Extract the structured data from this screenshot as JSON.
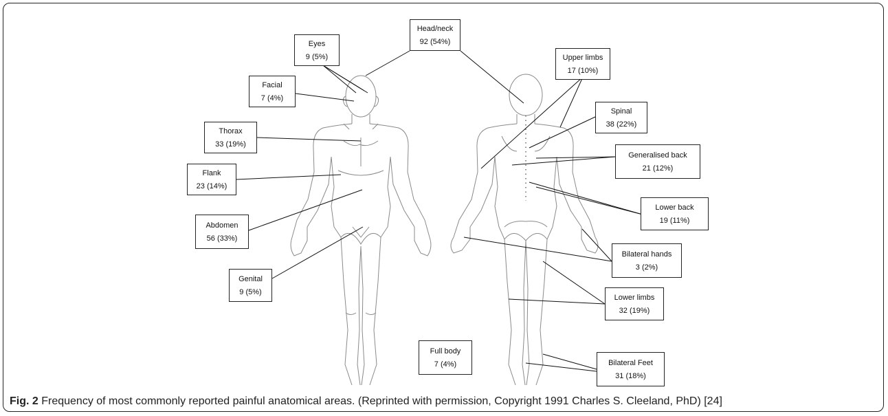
{
  "labels": [
    {
      "id": "head-neck",
      "name": "Head/neck",
      "value": "92 (54%)"
    },
    {
      "id": "eyes",
      "name": "Eyes",
      "value": "9 (5%)"
    },
    {
      "id": "facial",
      "name": "Facial",
      "value": "7 (4%)"
    },
    {
      "id": "thorax",
      "name": "Thorax",
      "value": "33 (19%)"
    },
    {
      "id": "flank",
      "name": "Flank",
      "value": "23 (14%)"
    },
    {
      "id": "abdomen",
      "name": "Abdomen",
      "value": "56 (33%)"
    },
    {
      "id": "genital",
      "name": "Genital",
      "value": "9 (5%)"
    },
    {
      "id": "full-body",
      "name": "Full body",
      "value": "7 (4%)"
    },
    {
      "id": "upper-limbs",
      "name": "Upper limbs",
      "value": "17 (10%)"
    },
    {
      "id": "spinal",
      "name": "Spinal",
      "value": "38 (22%)"
    },
    {
      "id": "generalised-back",
      "name": "Generalised back",
      "value": "21 (12%)"
    },
    {
      "id": "lower-back",
      "name": "Lower back",
      "value": "19 (11%)"
    },
    {
      "id": "bilateral-hands",
      "name": "Bilateral hands",
      "value": "3 (2%)"
    },
    {
      "id": "lower-limbs",
      "name": "Lower limbs",
      "value": "32 (19%)"
    },
    {
      "id": "bilateral-feet",
      "name": "Bilateral Feet",
      "value": "31 (18%)"
    }
  ],
  "caption": {
    "fig": "Fig. 2",
    "text": " Frequency of most commonly reported painful anatomical areas. (Reprinted with permission, Copyright 1991 Charles S. Cleeland, PhD) [24]"
  }
}
